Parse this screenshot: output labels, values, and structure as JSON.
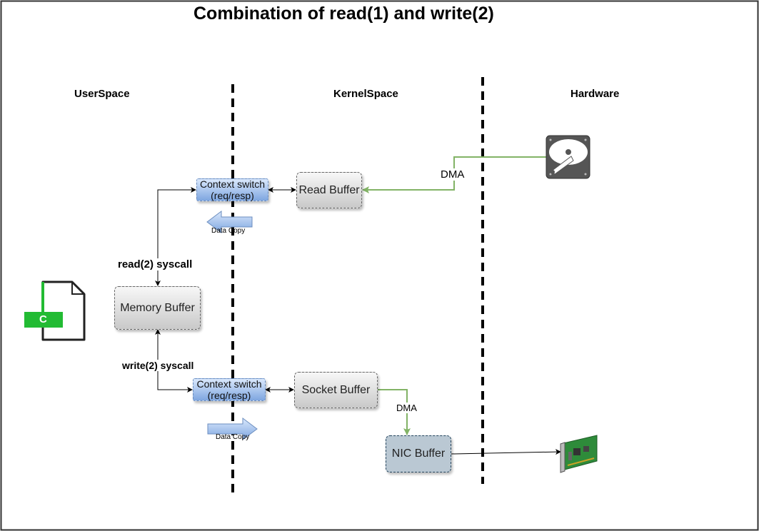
{
  "title": "Combination of read(1) and write(2)",
  "columns": {
    "user": "UserSpace",
    "kernel": "KernelSpace",
    "hardware": "Hardware"
  },
  "nodes": {
    "ctx_read_line1": "Context switch",
    "ctx_read_line2": "(req/resp)",
    "read_buffer": "Read Buffer",
    "memory_buffer": "Memory Buffer",
    "ctx_write_line1": "Context switch",
    "ctx_write_line2": "(req/resp)",
    "socket_buffer": "Socket Buffer",
    "nic_buffer": "NIC Buffer"
  },
  "labels": {
    "read_syscall": "read(2) syscall",
    "write_syscall": "write(2) syscall",
    "dma_read": "DMA",
    "dma_write": "DMA",
    "data_copy_read": "Data Copy",
    "data_copy_write": "Data Copy",
    "c_file": "C"
  },
  "colors": {
    "dma_edge": "#82b366",
    "ctx_fill": "#7ea6e0",
    "nic_fill": "#bac8d3",
    "c_badge": "#22bb33"
  },
  "icons": [
    "c-file-icon",
    "hard-disk-icon",
    "network-card-icon",
    "arrow-left-icon",
    "arrow-right-icon"
  ]
}
